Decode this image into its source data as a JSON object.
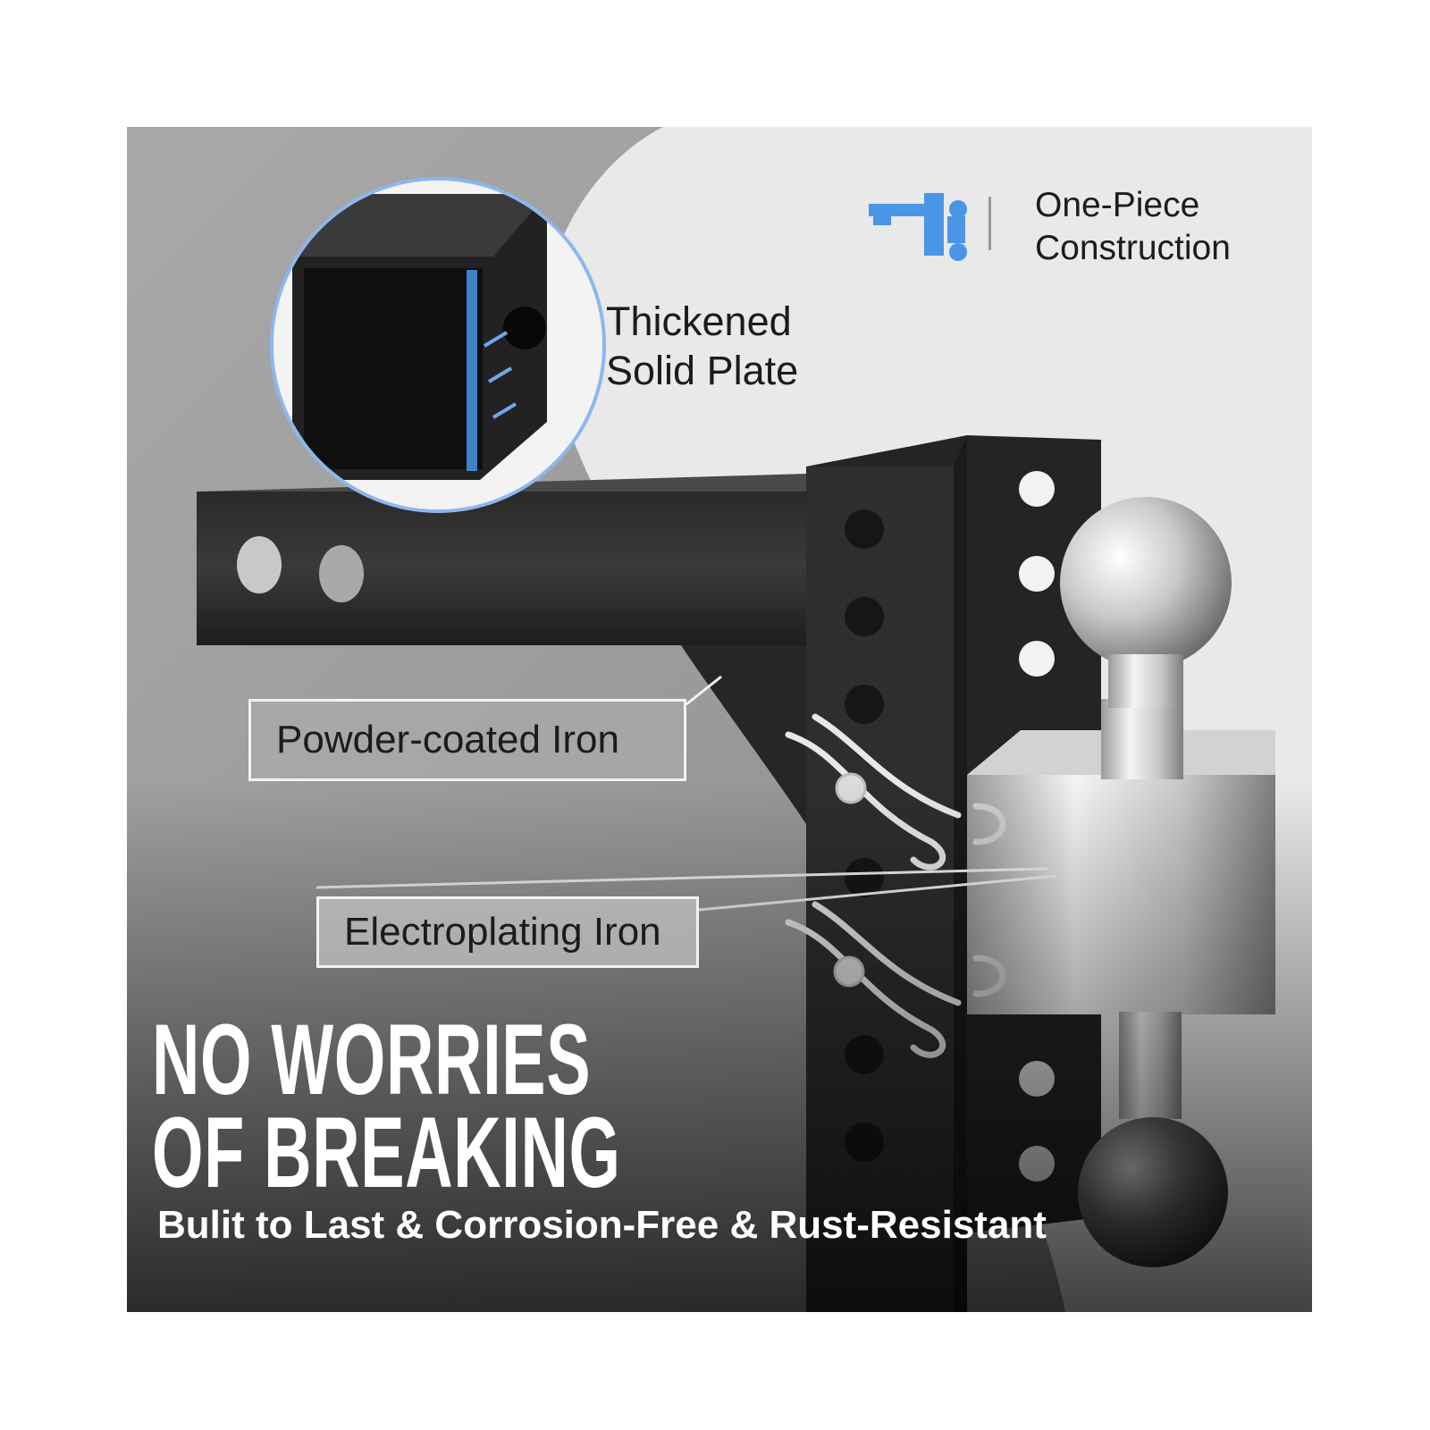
{
  "features": {
    "construction": "One-Piece\nConstruction",
    "plate": "Thickened\nSolid Plate"
  },
  "callouts": {
    "powder": "Powder-coated Iron",
    "electro": "Electroplating Iron"
  },
  "headline": "NO WORRIES\nOF BREAKING",
  "tagline": "Bulit to Last & Corrosion-Free & Rust-Resistant",
  "colors": {
    "accent_blue": "#4b95e6",
    "steel_black": "#1c1c1c",
    "chrome": "#dcdcdc"
  },
  "icons": [
    "hitch-outline-icon"
  ]
}
